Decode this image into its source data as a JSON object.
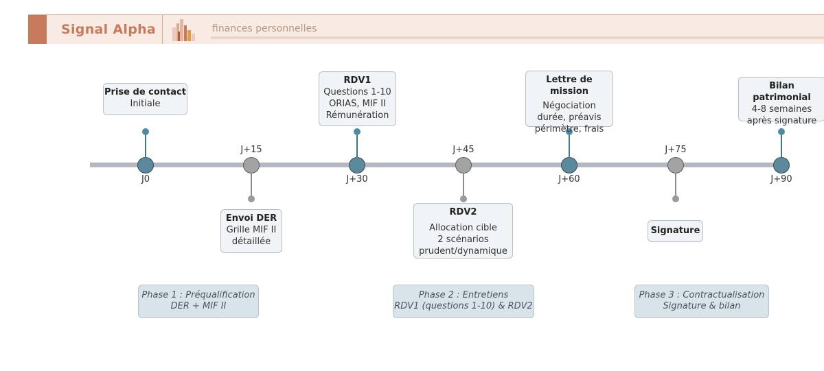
{
  "header": {
    "brand": "Signal Alpha",
    "tagline": "finances personnelles"
  },
  "timeline": {
    "ticks": [
      "J0",
      "J+15",
      "J+30",
      "J+45",
      "J+60",
      "J+75",
      "J+90"
    ],
    "events": [
      {
        "title": "Prise de contact",
        "lines": [
          "Initiale"
        ]
      },
      {
        "title": "Envoi DER",
        "lines": [
          "Grille MIF II",
          "détaillée"
        ]
      },
      {
        "title": "RDV1",
        "lines": [
          "Questions 1-10",
          "ORIAS, MIF II",
          "Rémunération"
        ]
      },
      {
        "title": "RDV2",
        "lines": [
          "Allocation cible",
          "2 scénarios",
          "prudent/dynamique"
        ]
      },
      {
        "title": "Lettre de mission",
        "lines": [
          "Négociation",
          "durée, préavis",
          "périmètre, frais"
        ]
      },
      {
        "title": "Signature",
        "lines": []
      },
      {
        "title": "Bilan patrimonial",
        "lines": [
          "4-8 semaines",
          "après signature"
        ]
      }
    ]
  },
  "phases": [
    {
      "title": "Phase 1 : Préqualification",
      "subtitle": "DER + MIF II"
    },
    {
      "title": "Phase 2 : Entretiens",
      "subtitle": "RDV1 (questions 1-10) & RDV2"
    },
    {
      "title": "Phase 3 : Contractualisation",
      "subtitle": "Signature & bilan"
    }
  ],
  "colors": {
    "brand": "#c87a5c",
    "major_node": "#5a8a9c",
    "minor_node": "#a3a3a3",
    "axis": "#b4b8c0",
    "phase_bg": "#d8e4e9"
  }
}
